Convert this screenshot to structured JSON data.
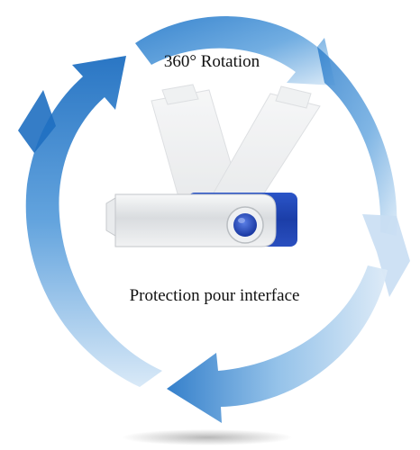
{
  "product_image": {
    "caption_top": "360° Rotation",
    "caption_bottom": "Protection pour interface",
    "colors": {
      "arrow_dark": "#1f6fc1",
      "arrow_light": "#cfe2f5",
      "swivel_metal": "#e6e8ea",
      "body_blue": "#1d3fae"
    },
    "icons": [
      "rotation-arrow-icon",
      "usb-flash-drive"
    ]
  }
}
